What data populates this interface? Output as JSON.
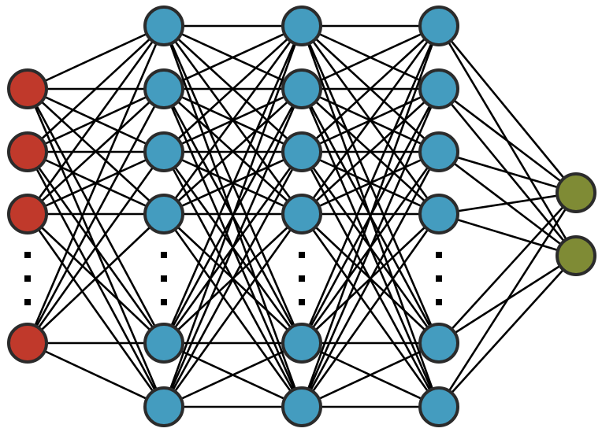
{
  "diagram": {
    "type": "fully-connected-neural-network",
    "layers": [
      {
        "name": "input",
        "role": "input",
        "visible_nodes": 4,
        "ellipsis": true,
        "color": "#c0392b"
      },
      {
        "name": "hidden-1",
        "role": "hidden",
        "visible_nodes": 6,
        "ellipsis": true,
        "color": "#449cbf"
      },
      {
        "name": "hidden-2",
        "role": "hidden",
        "visible_nodes": 6,
        "ellipsis": true,
        "color": "#449cbf"
      },
      {
        "name": "hidden-3",
        "role": "hidden",
        "visible_nodes": 6,
        "ellipsis": true,
        "color": "#449cbf"
      },
      {
        "name": "output",
        "role": "output",
        "visible_nodes": 2,
        "ellipsis": false,
        "color": "#7f8b35"
      }
    ],
    "node_border_color": "#2b2b2b",
    "edge_color": "#000000"
  }
}
